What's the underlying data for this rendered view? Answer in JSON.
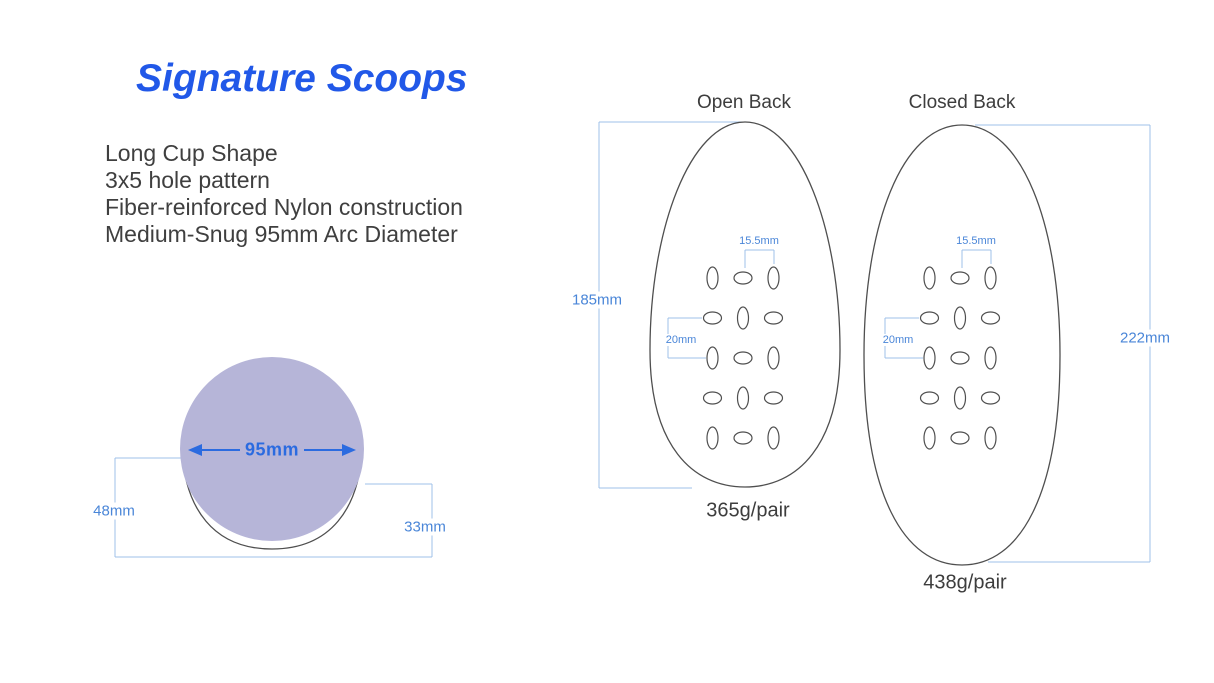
{
  "title": "Signature Scoops",
  "specs": [
    "Long Cup Shape",
    "3x5 hole pattern",
    "Fiber-reinforced Nylon construction",
    "Medium-Snug 95mm Arc Diameter"
  ],
  "cup_diagram": {
    "diameter": "95mm",
    "height": "48mm",
    "depth": "33mm"
  },
  "open_back": {
    "label": "Open Back",
    "length": "185mm",
    "hole_col_spacing": "15.5mm",
    "hole_row_spacing": "20mm",
    "weight": "365g/pair"
  },
  "closed_back": {
    "label": "Closed Back",
    "length": "222mm",
    "hole_col_spacing": "15.5mm",
    "hole_row_spacing": "20mm",
    "weight": "438g/pair"
  },
  "hole_pattern": {
    "rows": 5,
    "cols": 3
  },
  "colors": {
    "brand_blue": "#2158e8",
    "dimension_blue": "#4a86d8",
    "dimension_line_blue": "#9fc0e8",
    "accent_arrow_blue": "#2b6be0",
    "cup_fill": "#b6b5d8"
  }
}
